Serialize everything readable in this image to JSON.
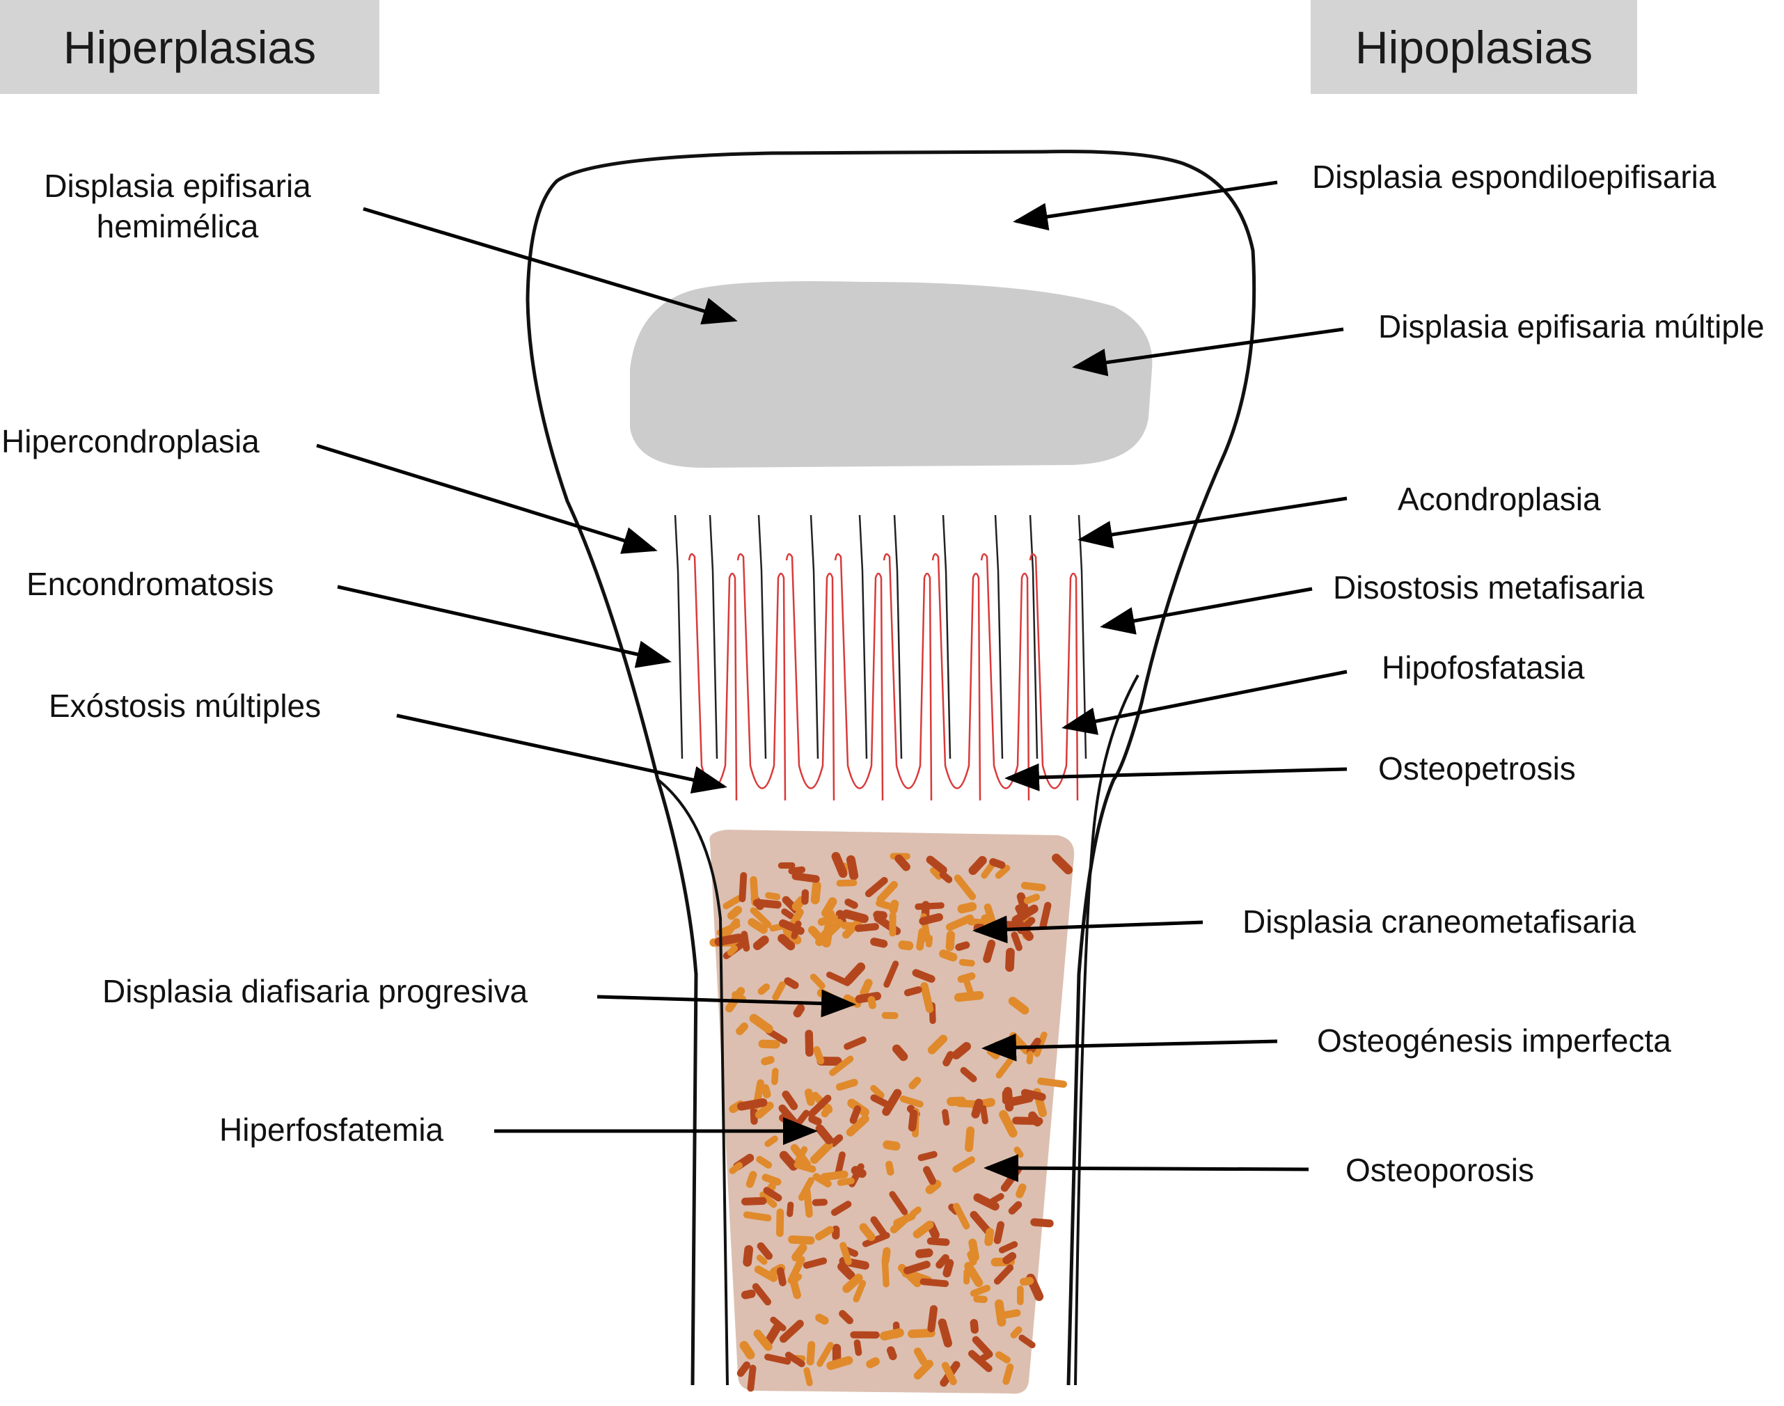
{
  "headers": {
    "left": "Hiperplasias",
    "right": "Hipoplasias"
  },
  "labels_left": {
    "displasia_epifisaria_hemimelica_line1": "Displasia epifisaria",
    "displasia_epifisaria_hemimelica_line2": "hemimélica",
    "hipercondroplasia": "Hipercondroplasia",
    "encondromatosis": "Encondromatosis",
    "exostosis_multiples": "Exóstosis múltiples",
    "displasia_diafisaria_progresiva": "Displasia diafisaria progresiva",
    "hiperfosfatemia": "Hiperfosfatemia"
  },
  "labels_right": {
    "displasia_espondiloepifisaria": "Displasia espondiloepifisaria",
    "displasia_epifisaria_multiple": "Displasia epifisaria múltiple",
    "acondroplasia": "Acondroplasia",
    "disostosis_metafisaria": "Disostosis metafisaria",
    "hipofosfatasia": "Hipofosfatasia",
    "osteopetrosis": "Osteopetrosis",
    "displasia_craneometafisaria": "Displasia craneometafisaria",
    "osteogenesis_imperfecta": "Osteogénesis imperfecta",
    "osteoporosis": "Osteoporosis"
  },
  "colors": {
    "header_bg": "#d4d4d4",
    "epiphysis_nucleus": "#cccccc",
    "diaphysis_fill": "#dcbfb0",
    "trabecula_orange": "#e08a2c",
    "trabecula_dark": "#b4461e",
    "growth_column_red": "#d93a3a",
    "outline": "#111111"
  }
}
